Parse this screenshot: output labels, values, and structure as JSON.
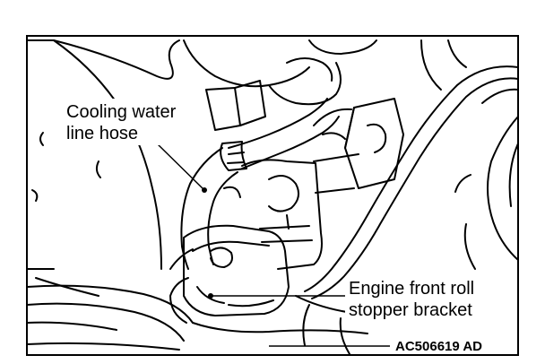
{
  "labels": {
    "cooling_hose_line1": "Cooling water",
    "cooling_hose_line2": "line hose",
    "bracket_line1": "Engine front roll",
    "bracket_line2": "stopper bracket",
    "figure_code": "AC506619 AD"
  },
  "colors": {
    "ink": "#000000",
    "paper": "#ffffff"
  }
}
